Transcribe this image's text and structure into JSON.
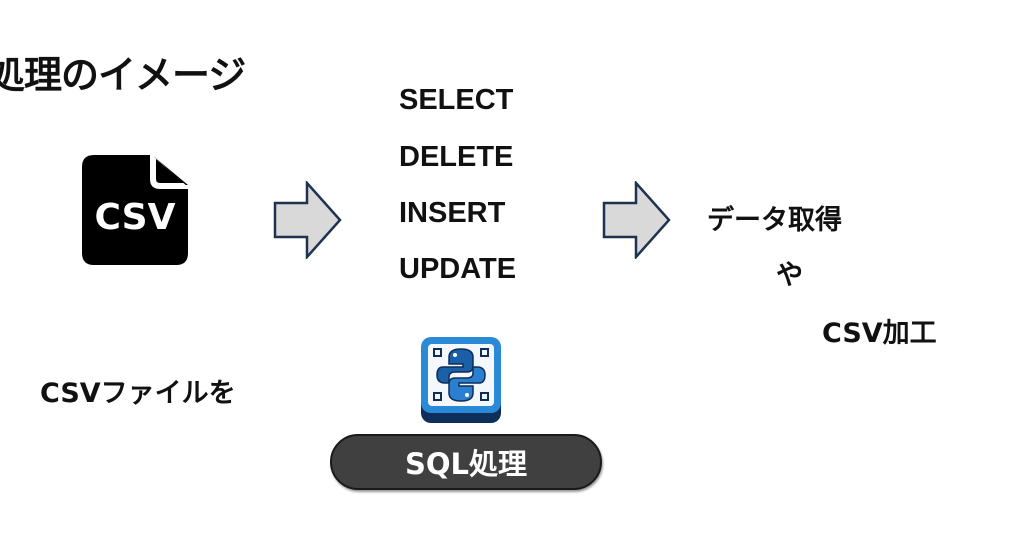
{
  "title": "処理のイメージ",
  "csv_icon": {
    "label": "CSV",
    "icon": "csv-file-icon"
  },
  "source_label": "CSVファイルを",
  "sql_commands": [
    "SELECT",
    "DELETE",
    "INSERT",
    "UPDATE"
  ],
  "process_label": "SQL処理",
  "python_icon": "python-icon",
  "results": {
    "line1": "データ取得",
    "line2": "や",
    "line3": "CSV加工"
  },
  "colors": {
    "arrow_fill": "#d9d9d9",
    "arrow_stroke": "#1f3251",
    "pill_bg": "#404040",
    "python_blue": "#1a5fa8"
  }
}
